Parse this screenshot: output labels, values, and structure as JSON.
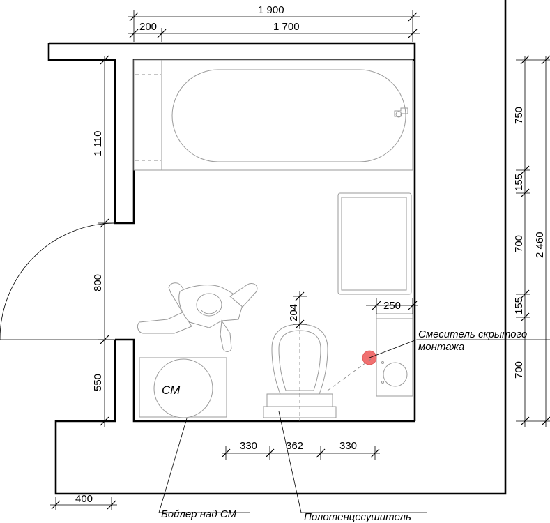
{
  "dimensions": {
    "top_overall": "1 900",
    "top_left": "200",
    "top_right": "1 700",
    "left_upper": "1 110",
    "left_door": "800",
    "left_lower": "550",
    "bottom_left": "400",
    "right_1": "750",
    "right_2": "155",
    "right_3": "700",
    "right_4": "155",
    "right_5": "700",
    "right_total": "2 460",
    "sink_width": "250",
    "toilet_offset": "204",
    "bottom_1": "330",
    "bottom_2": "362",
    "bottom_3": "330"
  },
  "labels": {
    "washer": "СМ",
    "boiler": "Бойлер над СМ",
    "towel_dryer": "Полотенцесушитель",
    "mixer_line1": "Смеситель скрытого",
    "mixer_line2": "монтажа"
  },
  "colors": {
    "mixer_marker": "#f07070"
  }
}
